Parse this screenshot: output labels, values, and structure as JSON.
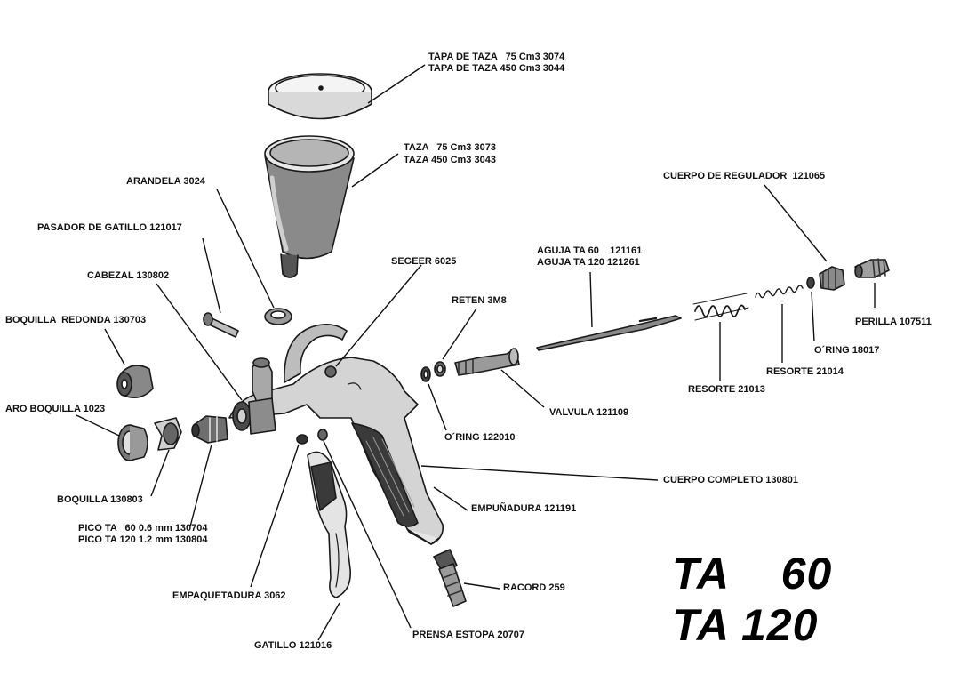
{
  "labels": {
    "tapa_taza_75": "TAPA DE TAZA   75 Cm3 3074",
    "tapa_taza_450": "TAPA DE TAZA 450 Cm3 3044",
    "taza_75": "TAZA   75 Cm3 3073",
    "taza_450": "TAZA 450 Cm3 3043",
    "arandela": "ARANDELA 3024",
    "pasador_gatillo": "PASADOR DE GATILLO 121017",
    "cabezal": "CABEZAL 130802",
    "boquilla_redonda": "BOQUILLA  REDONDA 130703",
    "aro_boquilla": "ARO BOQUILLA 1023",
    "boquilla": "BOQUILLA 130803",
    "pico_60": "PICO TA   60 0.6 mm 130704",
    "pico_120": "PICO TA 120 1.2 mm 130804",
    "empaquetadura": "EMPAQUETADURA 3062",
    "gatillo": "GATILLO 121016",
    "prensa_estopa": "PRENSA ESTOPA 20707",
    "segeer": "SEGEER 6025",
    "reten": "RETEN 3M8",
    "oring_122010": "O´RING 122010",
    "valvula": "VALVULA 121109",
    "aguja_60": "AGUJA TA 60    121161",
    "aguja_120": "AGUJA TA 120 121261",
    "cuerpo_regulador": "CUERPO DE REGULADOR  121065",
    "perilla": "PERILLA 107511",
    "oring_18017": "O´RING 18017",
    "resorte_21014": "RESORTE 21014",
    "resorte_21013": "RESORTE 21013",
    "cuerpo_completo": "CUERPO COMPLETO 130801",
    "empunadura": "EMPUÑADURA 121191",
    "racord": "RACORD 259"
  },
  "models": {
    "line1": "TA    60",
    "line2": "TA 120"
  }
}
